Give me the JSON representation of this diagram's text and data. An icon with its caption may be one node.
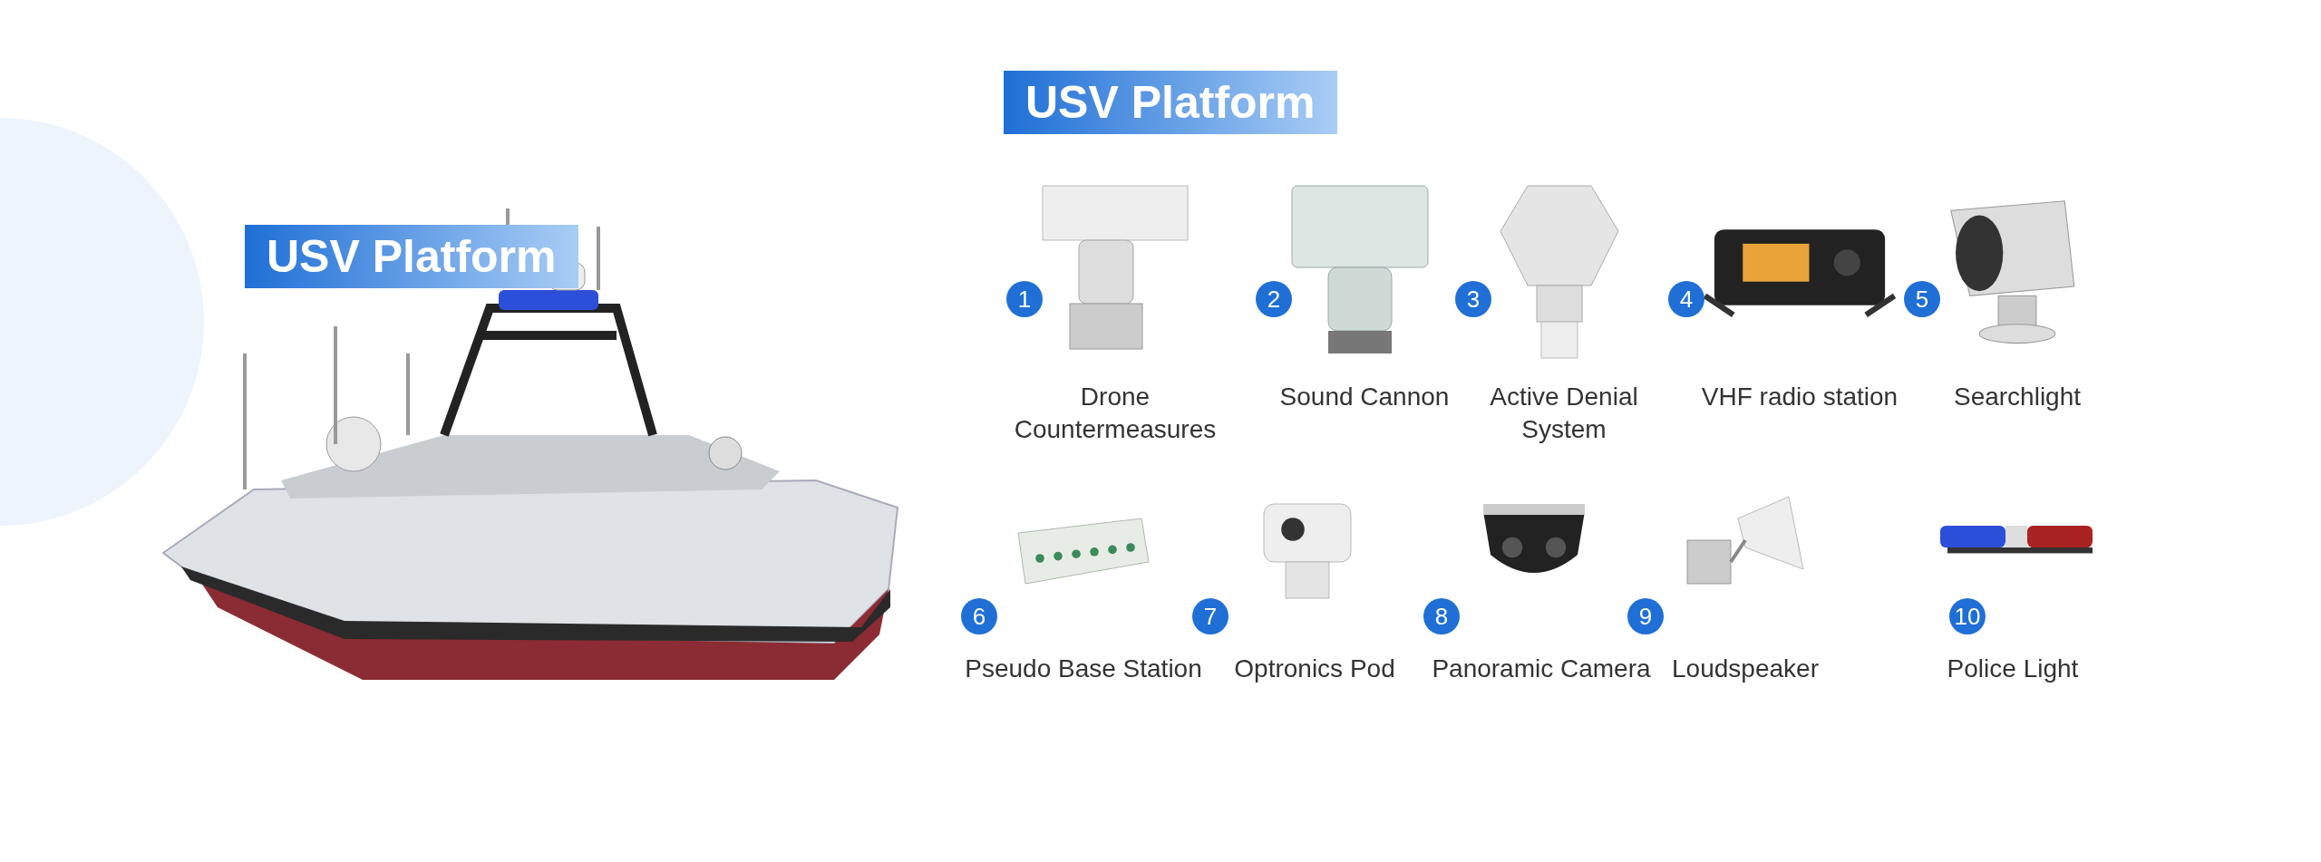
{
  "diagram": {
    "title": "USV Platform",
    "nodes": [
      {
        "text": [
          "USV Platform"
        ]
      },
      {
        "text": [
          "1",
          "Drone Countermeasures"
        ]
      },
      {
        "text": [
          "2",
          "Sound Cannon"
        ]
      },
      {
        "text": [
          "3",
          "Active Denial System"
        ]
      },
      {
        "text": [
          "4",
          "VHF radio station"
        ]
      },
      {
        "text": [
          "5",
          "Searchlight"
        ]
      },
      {
        "text": [
          "6",
          "Pseudo Base Station"
        ]
      },
      {
        "text": [
          "7",
          "Optronics Pod"
        ]
      },
      {
        "text": [
          "8",
          "Panoramic Camera"
        ]
      },
      {
        "text": [
          "9",
          "Loudspeaker"
        ]
      },
      {
        "text": [
          "10",
          "Police Light"
        ]
      }
    ]
  }
}
